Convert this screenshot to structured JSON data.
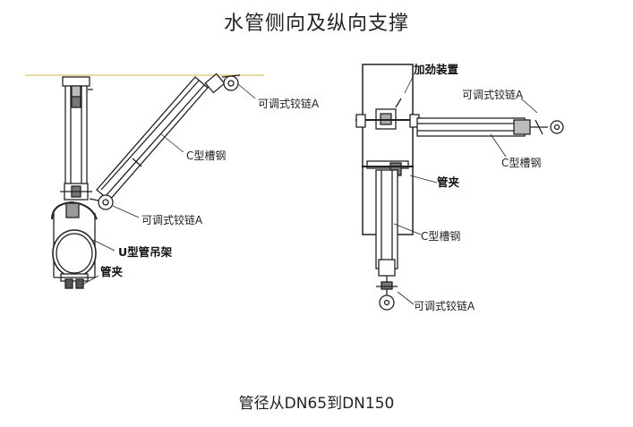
{
  "title": "水管侧向及纵向支撑",
  "caption": "管径从DN65到DN150",
  "left_diagram": {
    "labels": {
      "hinge_top": "可调式铰链A",
      "c_channel": "C型槽钢",
      "hinge_bottom": "可调式铰链A",
      "u_hanger": "U型管吊架",
      "pipe_clamp": "管夹"
    }
  },
  "right_diagram": {
    "labels": {
      "stiffener": "加劲装置",
      "hinge_top": "可调式铰链A",
      "c_channel_top": "C型槽钢",
      "pipe_clamp": "管夹",
      "c_channel_bottom": "C型槽钢",
      "hinge_bottom": "可调式铰链A"
    }
  }
}
